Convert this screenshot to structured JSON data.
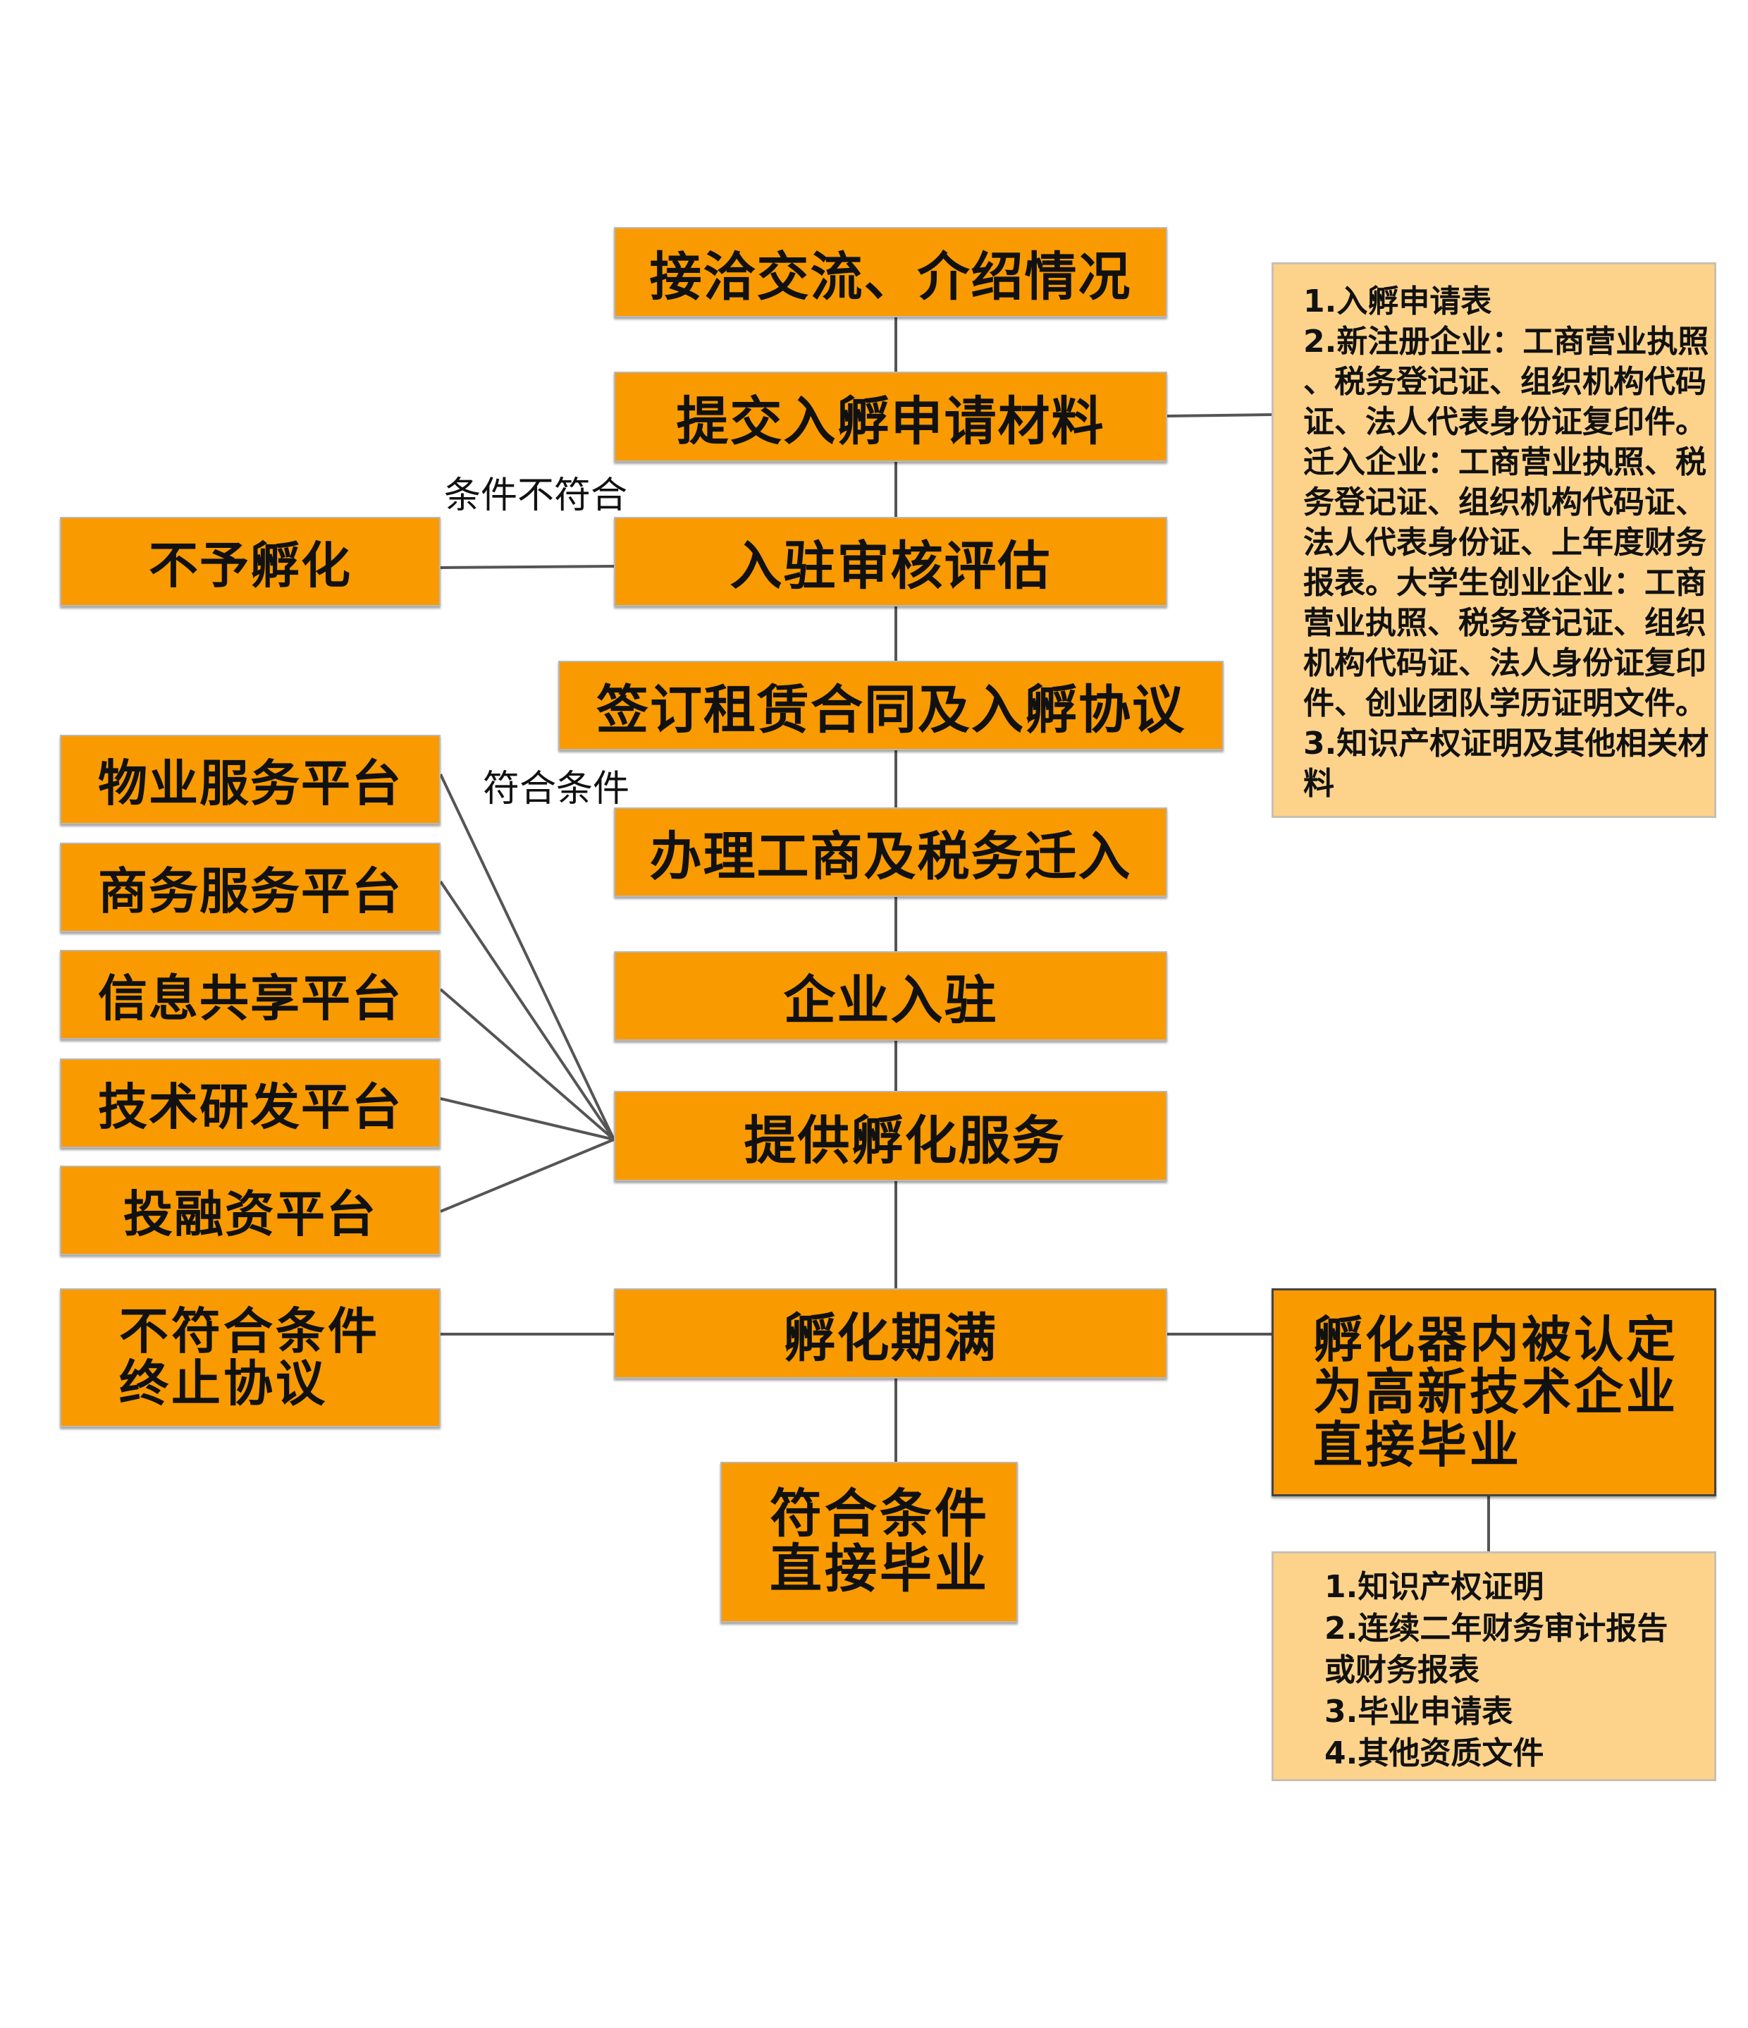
{
  "flow": {
    "step1": "接洽交流、介绍情况",
    "step2": "提交入孵申请材料",
    "step3": "入驻审核评估",
    "step4": "签订租赁合同及入孵协议",
    "step5": "办理工商及税务迁入",
    "step6": "企业入驻",
    "step7": "提供孵化服务",
    "step8": "孵化期满",
    "step9": [
      "符合条件",
      "直接毕业"
    ]
  },
  "reject": {
    "label": "不予孵化",
    "condition_label": "条件不符合"
  },
  "accept_label": "符合条件",
  "platforms": [
    "物业服务平台",
    "商务服务平台",
    "信息共享平台",
    "技术研发平台",
    "投融资平台"
  ],
  "terminate": [
    "不符合条件",
    "终止协议"
  ],
  "high_tech_graduation": [
    "孵化器内被认定",
    "为高新技术企业",
    "直接毕业"
  ],
  "application_materials": [
    "1.入孵申请表",
    "2.新注册企业：工商营业执照",
    "、税务登记证、组织机构代码",
    "证、法人代表身份证复印件。",
    "迁入企业：工商营业执照、税",
    "务登记证、组织机构代码证、",
    "法人代表身份证、上年度财务",
    "报表。大学生创业企业：工商",
    "营业执照、税务登记证、组织",
    "机构代码证、法人身份证复印",
    "件、创业团队学历证明文件。",
    "3.知识产权证明及其他相关材",
    "料"
  ],
  "graduation_materials": [
    "1.知识产权证明",
    "2.连续二年财务审计报告",
    "或财务报表",
    "3.毕业申请表",
    "4.其他资质文件"
  ],
  "colors": {
    "box": "#f99a00",
    "note": "#fdd38c",
    "line": "#555555"
  }
}
